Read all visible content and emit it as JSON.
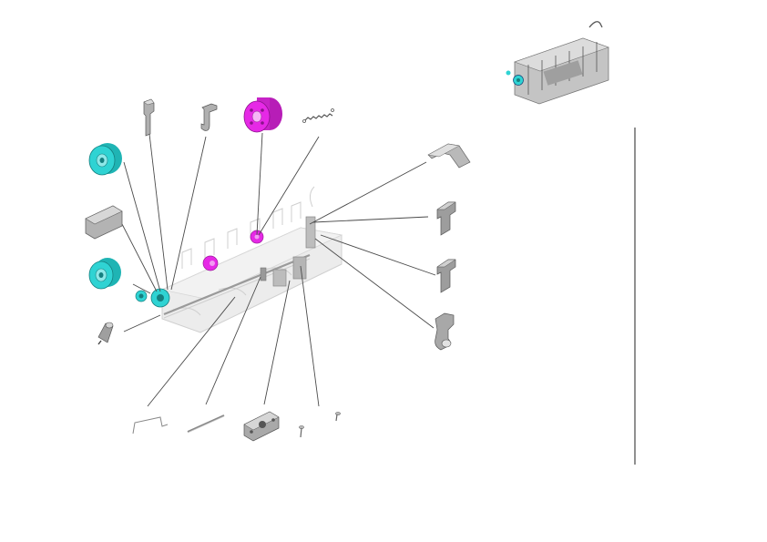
{
  "diagram": {
    "type": "exploded-parts-view",
    "subject": "fuser assembly",
    "colors": {
      "highlight_cyan": "#2fd3d3",
      "highlight_magenta": "#e629e6",
      "part_gray": "#a9a9a9",
      "part_light": "#d8d8d8",
      "leader_line": "#4a4a4a",
      "faded_body": "#e7e7e7"
    },
    "parts": [
      {
        "id": "gear-large-top",
        "shape": "gear",
        "color": "cyan"
      },
      {
        "id": "bracket-flat",
        "shape": "bracket",
        "color": "gray"
      },
      {
        "id": "gear-large-bottom",
        "shape": "gear",
        "color": "cyan"
      },
      {
        "id": "bushing-small",
        "shape": "bushing",
        "color": "gray"
      },
      {
        "id": "clip-top-1",
        "shape": "clip",
        "color": "gray"
      },
      {
        "id": "clip-top-2",
        "shape": "clip",
        "color": "gray"
      },
      {
        "id": "roller-magenta",
        "shape": "roller",
        "color": "magenta"
      },
      {
        "id": "spring-top",
        "shape": "spring",
        "color": "gray"
      },
      {
        "id": "cover-right-top",
        "shape": "cover",
        "color": "gray"
      },
      {
        "id": "bracket-right-1",
        "shape": "bracket",
        "color": "gray"
      },
      {
        "id": "bracket-right-2",
        "shape": "bracket",
        "color": "gray"
      },
      {
        "id": "lever-right",
        "shape": "lever",
        "color": "gray"
      },
      {
        "id": "wire-bottom-1",
        "shape": "wire",
        "color": "gray"
      },
      {
        "id": "rod-bottom",
        "shape": "rod",
        "color": "gray"
      },
      {
        "id": "frame-bottom",
        "shape": "frame",
        "color": "gray"
      },
      {
        "id": "screw-1",
        "shape": "screw",
        "color": "gray"
      },
      {
        "id": "screw-2",
        "shape": "screw",
        "color": "gray"
      }
    ]
  }
}
